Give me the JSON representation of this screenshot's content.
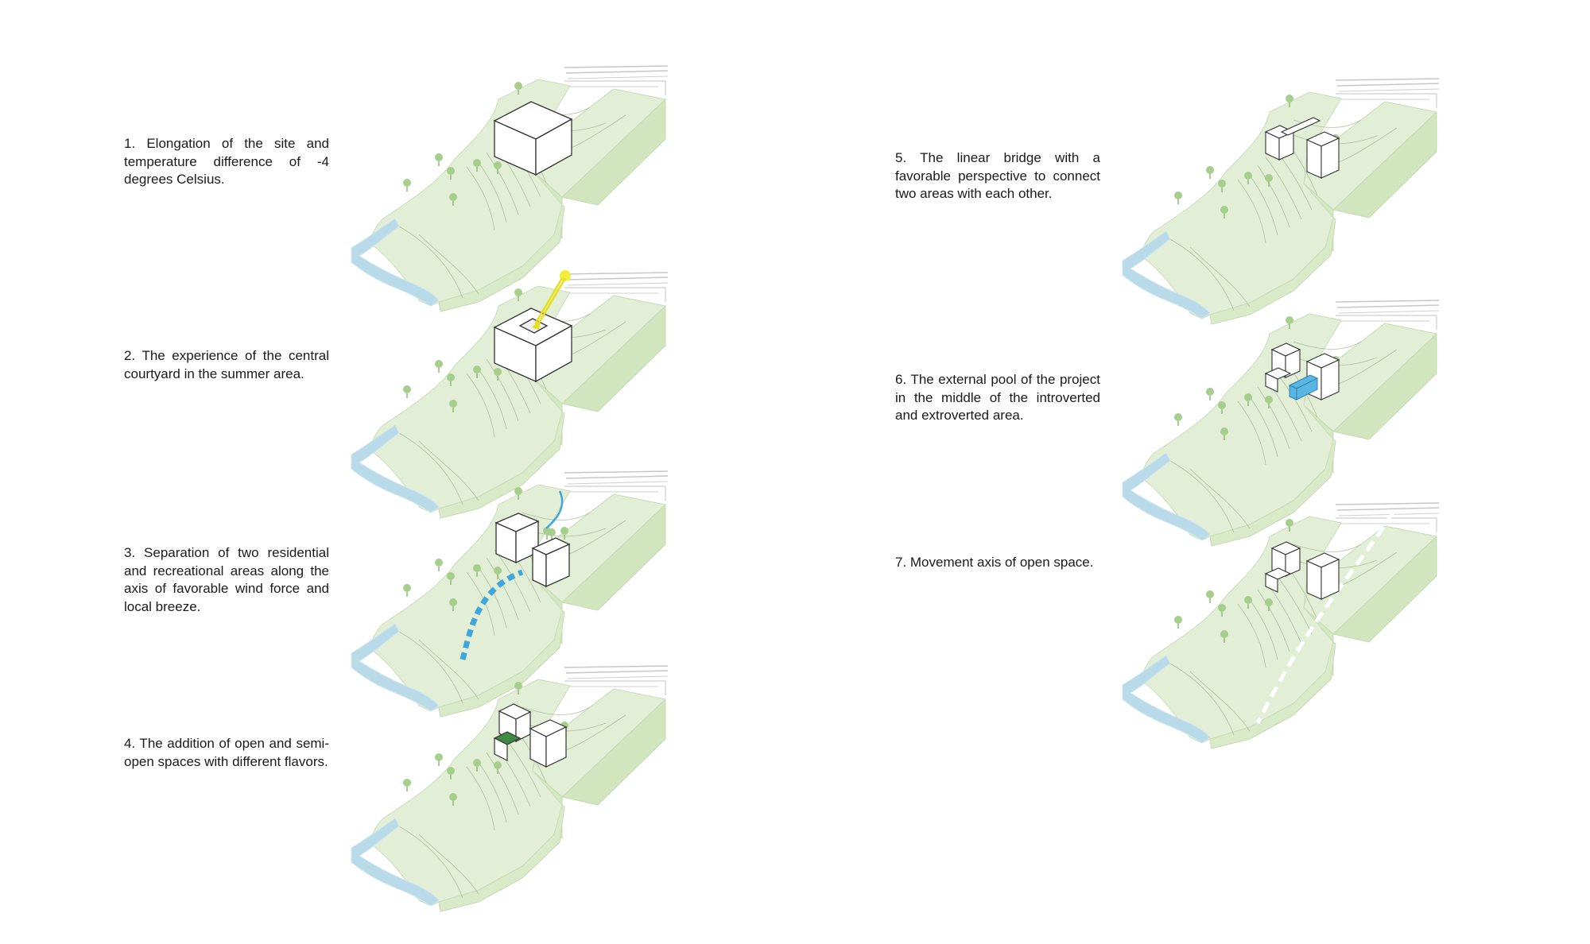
{
  "steps": [
    {
      "number": 1,
      "caption": "1. Elongation of the site and temperature difference of -4 degrees Celsius."
    },
    {
      "number": 2,
      "caption": "2. The experience of the central courtyard in the summer area."
    },
    {
      "number": 3,
      "caption": "3. Separation of two residential and recreational areas along the axis of favorable wind force and local breeze."
    },
    {
      "number": 4,
      "caption": "4. The addition of open and semi-open spaces with different flavors."
    },
    {
      "number": 5,
      "caption": "5. The linear bridge with a favorable perspective to connect two areas with each other."
    },
    {
      "number": 6,
      "caption": "6. The external pool of the project in the middle of the introverted and extroverted area."
    },
    {
      "number": 7,
      "caption": "7. Movement axis of open space."
    }
  ],
  "colors": {
    "terrain": "#e2efd6",
    "terrain_side": "#d1e6bf",
    "contour": "#9db08c",
    "tree": "#a6cf8e",
    "river": "#b9dbe9",
    "sun": "#f4ee3a",
    "sun_ray": "#e8df1c",
    "wind": "#3ea6dc",
    "pool": "#5bb5e3",
    "green_roof": "#3f8a44"
  },
  "icons": [
    "sun-icon",
    "wind-arrow-icon",
    "tree-icon"
  ]
}
